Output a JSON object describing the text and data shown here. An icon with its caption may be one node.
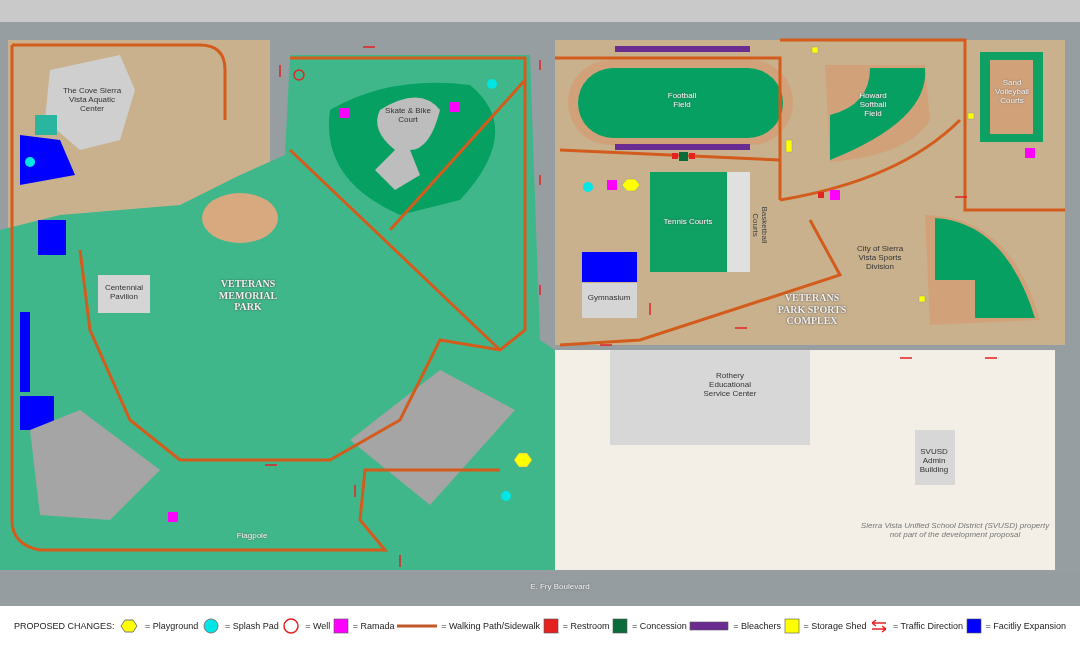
{
  "diagram": {
    "labels": [
      "The Cove Sierra Vista Aquatic Center",
      "Football Field",
      "Howard Softball Field",
      "Sand Volleyball Courts",
      "Skate & Bike Court",
      "Tennis Courts",
      "Basketball Courts",
      "Centennial Pavilion",
      "VETERANS MEMORIAL PARK",
      "City of Sierra Vista Sports Division",
      "Gymnasium",
      "VETERANS PARK SPORTS COMPLEX",
      "Rothery Educational Service Center",
      "SVUSD Admin Building",
      "Sierra Vista Unified School District (SVUSD) property not part of the development proposal",
      "Flagpole",
      "E. Fry Boulevard",
      "PROPOSED CHANGES:"
    ],
    "legend": [
      {
        "text": "= Playground"
      },
      {
        "text": "= Splash Pad"
      },
      {
        "text": "= Well"
      },
      {
        "text": "= Ramada",
        "color": "#ff00ff"
      },
      {
        "text": "= Walking Path/Sidewalk"
      },
      {
        "text": "= Restroom",
        "color": "#e52222"
      },
      {
        "text": "= Concession",
        "color": "#0b6b3a"
      },
      {
        "text": "= Bleachers",
        "color": "#6b2c91"
      },
      {
        "text": "= Storage Shed",
        "color": "#ffff00"
      },
      {
        "text": "= Traffic Direction"
      },
      {
        "text": "= Facitliy Expansion",
        "color": "#0000ff"
      }
    ]
  }
}
